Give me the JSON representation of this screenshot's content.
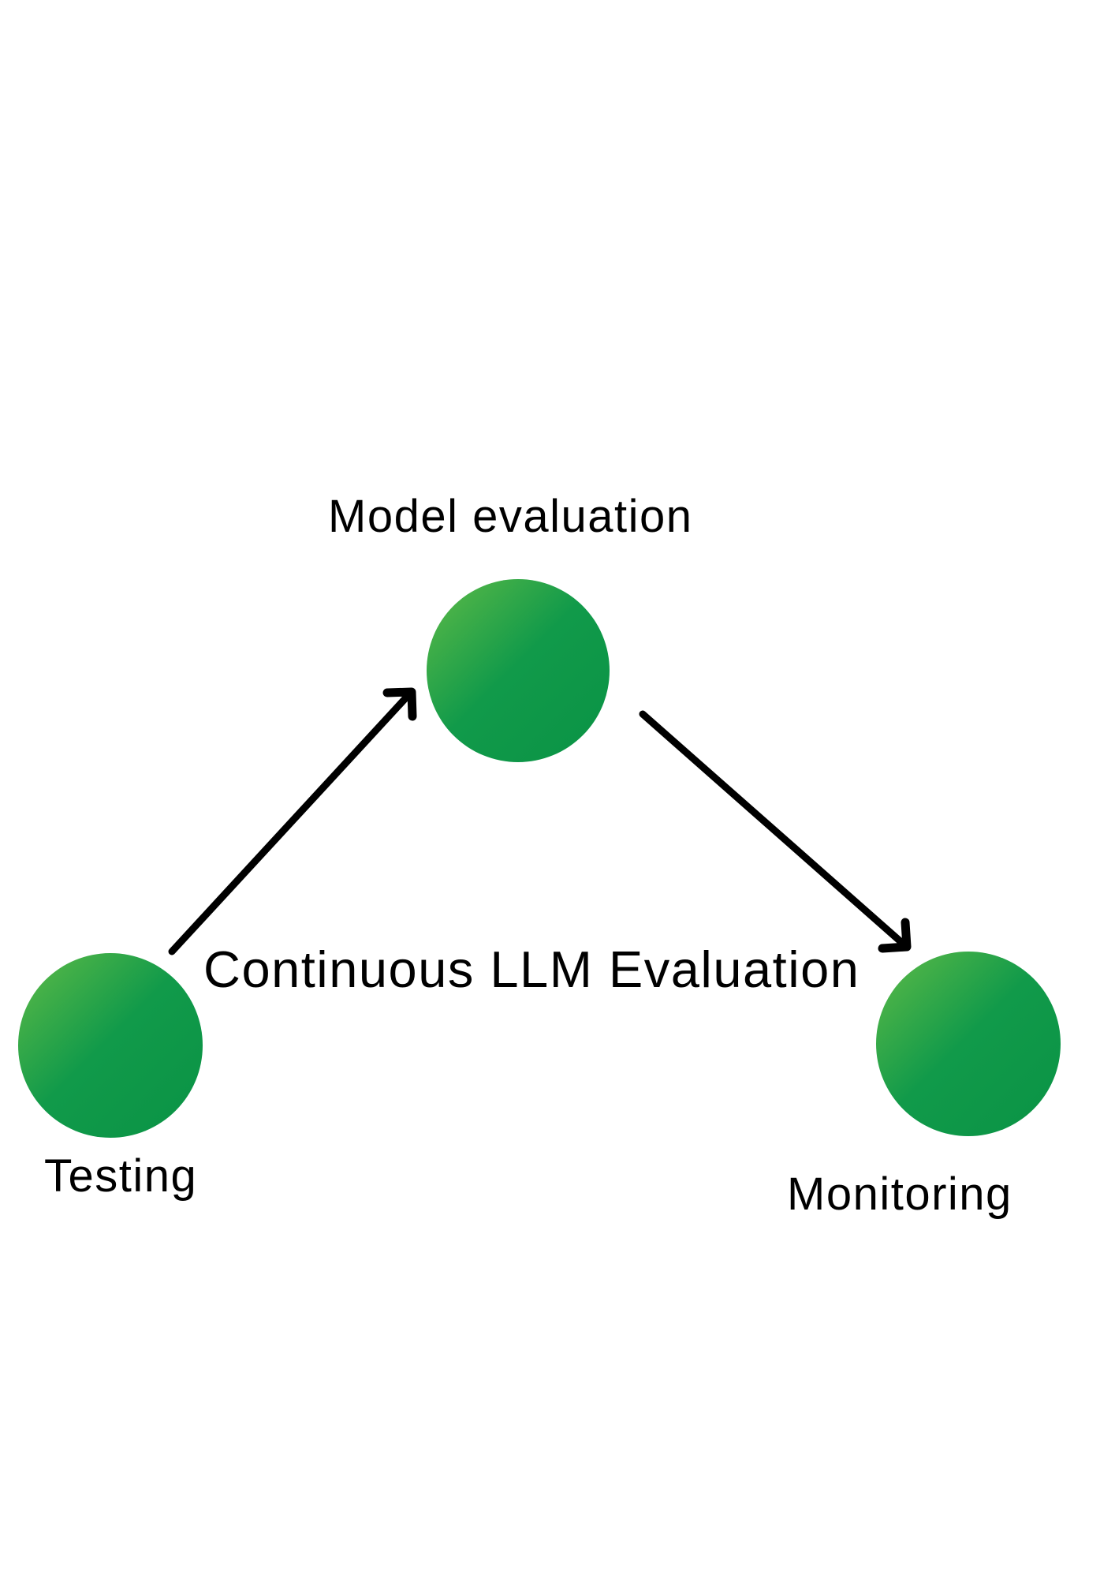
{
  "canvas": {
    "background": "#ffffff"
  },
  "title": {
    "text": "Continuous LLM Evaluation"
  },
  "nodes": {
    "model_evaluation": {
      "label": "Model evaluation"
    },
    "testing": {
      "label": "Testing"
    },
    "monitoring": {
      "label": "Monitoring"
    }
  },
  "arrows": [
    {
      "from": "testing",
      "to": "model_evaluation",
      "direction": "up-right"
    },
    {
      "from": "model_evaluation",
      "to": "monitoring",
      "direction": "down-right"
    }
  ],
  "colors": {
    "circle_gradient_light": "#5fbb47",
    "circle_gradient_mid": "#119a4a",
    "circle_gradient_dark": "#0a9345",
    "arrow": "#000000",
    "text": "#000000",
    "background": "#ffffff"
  }
}
